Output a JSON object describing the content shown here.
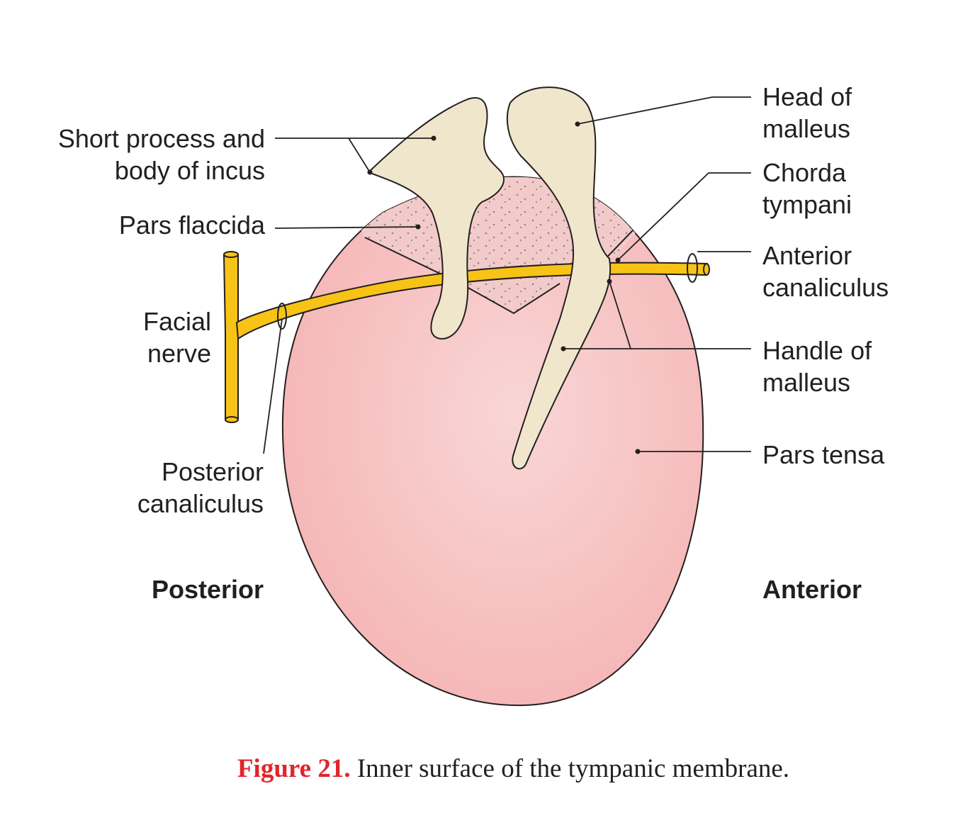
{
  "diagram": {
    "labels": {
      "short_process_line1": "Short process and",
      "short_process_line2": "body of incus",
      "pars_flaccida": "Pars flaccida",
      "facial_nerve_line1": "Facial",
      "facial_nerve_line2": "nerve",
      "posterior_canaliculus_line1": "Posterior",
      "posterior_canaliculus_line2": "canaliculus",
      "posterior": "Posterior",
      "head_malleus_line1": "Head of",
      "head_malleus_line2": "malleus",
      "chorda_tympani_line1": "Chorda",
      "chorda_tympani_line2": "tympani",
      "anterior_canaliculus_line1": "Anterior",
      "anterior_canaliculus_line2": "canaliculus",
      "handle_malleus_line1": "Handle of",
      "handle_malleus_line2": "malleus",
      "pars_tensa": "Pars tensa",
      "anterior": "Anterior"
    },
    "colors": {
      "membrane_pink": "#f7bcbc",
      "pars_flaccida_pink": "#f3caca",
      "ossicle_cream": "#f0e6cb",
      "nerve_yellow": "#f7c316",
      "line": "#231f20"
    }
  },
  "caption": {
    "figure_label": "Figure 21.",
    "text": " Inner surface of the tympanic membrane."
  }
}
